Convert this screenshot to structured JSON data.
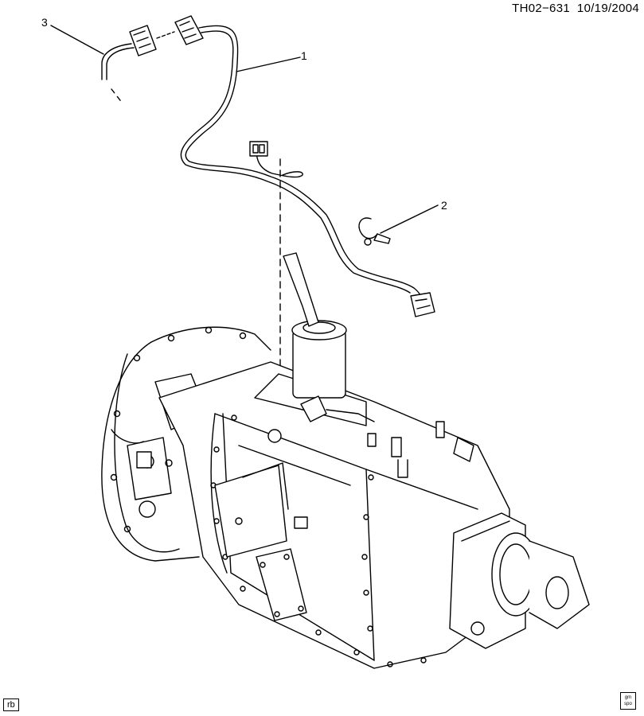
{
  "header": {
    "ref_code": "TH02−631",
    "date": "10/19/2004"
  },
  "callouts": [
    {
      "id": "1"
    },
    {
      "id": "2"
    },
    {
      "id": "3"
    }
  ],
  "footer": {
    "initials": "rb",
    "logo_line1": "gm",
    "logo_line2": "spo"
  },
  "colors": {
    "line": "#000000",
    "background": "#ffffff"
  }
}
